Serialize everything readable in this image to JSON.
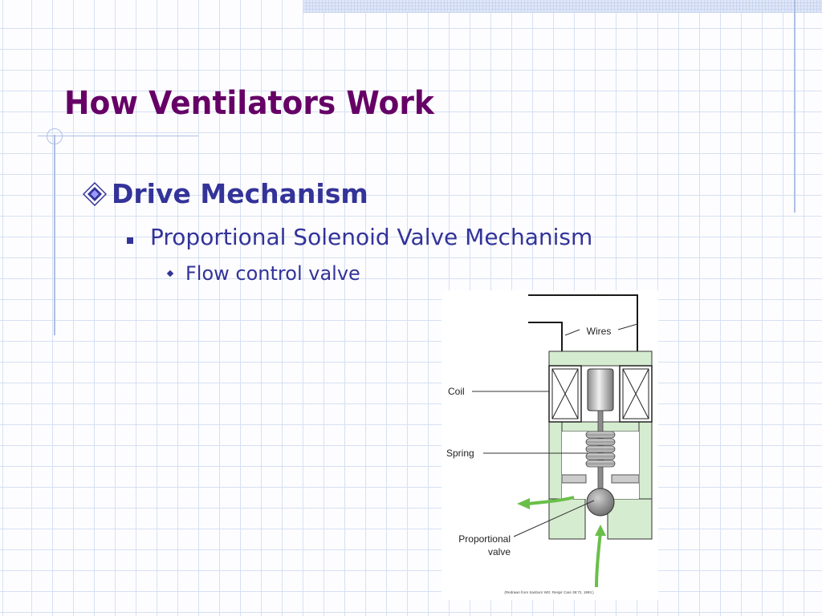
{
  "slide": {
    "title": "How Ventilators Work",
    "bullets": {
      "level1": "Drive Mechanism",
      "level2": "Proportional Solenoid Valve Mechanism",
      "level3": "Flow control valve"
    }
  },
  "diagram": {
    "labels": {
      "wires": "Wires",
      "coil": "Coil",
      "spring": "Spring",
      "proportional_valve_line1": "Proportional",
      "proportional_valve_line2": "valve"
    },
    "citation": "(Redrawn from Sanborn WG: Respir Care 38:72, 1993.)"
  },
  "colors": {
    "title": "#660066",
    "body_text": "#333399",
    "valve_body_fill": "#d6ecd0",
    "flow_arrow": "#6abf4a",
    "grid_lines": "#d6e0f2"
  },
  "icons": {
    "level1_bullet": "diamond-bullet-icon",
    "level2_bullet": "square-bullet-icon",
    "level3_bullet": "small-diamond-bullet-icon"
  }
}
